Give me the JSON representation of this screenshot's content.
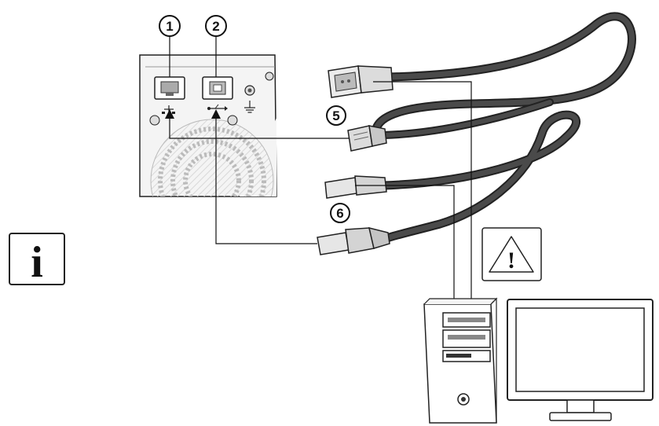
{
  "callouts": [
    {
      "id": "1",
      "label": "1"
    },
    {
      "id": "2",
      "label": "2"
    },
    {
      "id": "5",
      "label": "5"
    },
    {
      "id": "6",
      "label": "6"
    }
  ],
  "info_icon": {
    "glyph": "i",
    "icon": "info-icon"
  },
  "warning_icon": {
    "glyph": "!",
    "icon": "warning-icon"
  },
  "colors": {
    "line": "#111111",
    "panel": "#f1f1f1",
    "cable": "#3c3c3c",
    "connector": "#e6e6e6"
  }
}
